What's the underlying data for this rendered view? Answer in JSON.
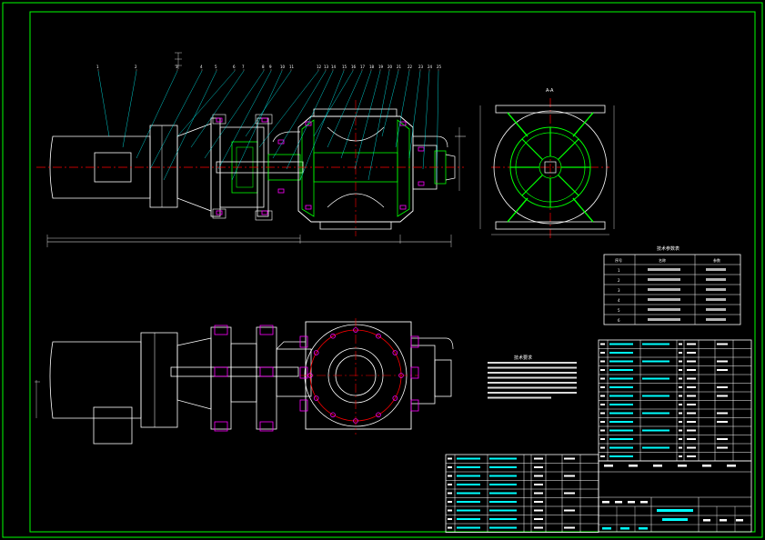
{
  "colors": {
    "background": "#000000",
    "frame": "#00ff00",
    "outline": "#ffffff",
    "centerline": "#ff0000",
    "leader": "#00ffff",
    "hatch": "#00ff00",
    "seal": "#ff00ff",
    "table_text": "#00ffff"
  },
  "front_view": {
    "callouts": [
      "1",
      "2",
      "3",
      "4",
      "5",
      "6",
      "7",
      "8",
      "9",
      "10",
      "11",
      "12",
      "13",
      "14",
      "15",
      "16",
      "17",
      "18",
      "19",
      "20",
      "21",
      "22",
      "23",
      "24",
      "25"
    ]
  },
  "side_view": {
    "label": "A-A"
  },
  "tech_table": {
    "title": "技术参数表",
    "headers": [
      "序号",
      "名称",
      "参数"
    ],
    "rows": [
      [
        "1",
        "",
        ""
      ],
      [
        "2",
        "",
        ""
      ],
      [
        "3",
        "",
        ""
      ],
      [
        "4",
        "",
        ""
      ],
      [
        "5",
        "",
        ""
      ],
      [
        "6",
        "",
        ""
      ]
    ]
  },
  "notes": {
    "title": "技术要求"
  }
}
